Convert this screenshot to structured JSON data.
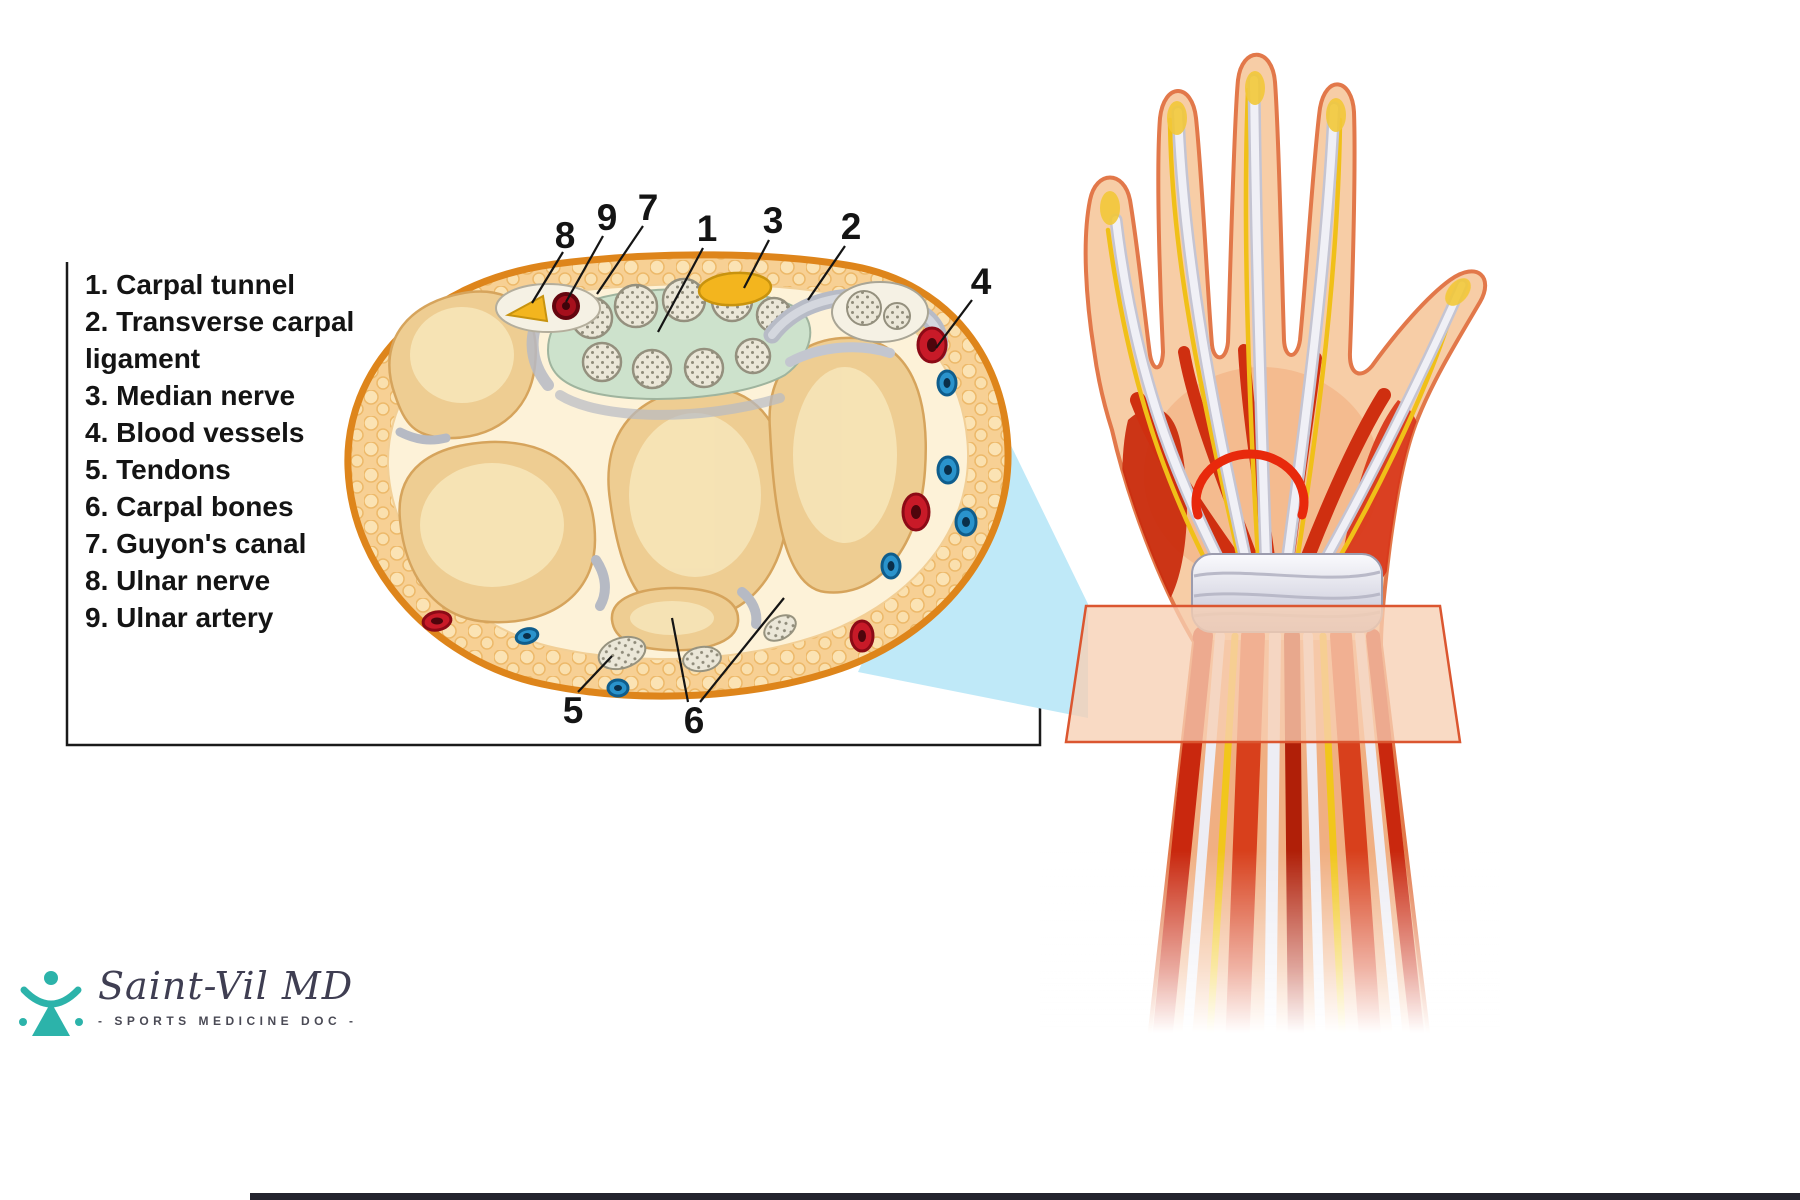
{
  "legend": {
    "items": [
      "1. Carpal tunnel",
      "2. Transverse carpal ligament",
      "3. Median nerve",
      "4. Blood vessels",
      "5. Tendons",
      "6. Carpal bones",
      "7. Guyon's canal",
      "8. Ulnar nerve",
      "9. Ulnar artery"
    ]
  },
  "callouts": {
    "n1": "1",
    "n2": "2",
    "n3": "3",
    "n4": "4",
    "n5": "5",
    "n6": "6",
    "n7": "7",
    "n8": "8",
    "n9": "9"
  },
  "logo": {
    "name": "Saint-Vil MD",
    "tagline": "- Sports Medicine Doc -"
  },
  "colors": {
    "skin_outline": "#de851b",
    "fat_tissue": "#f7d094",
    "inner_tissue": "#fdf2d8",
    "bone": "#eecd92",
    "tunnel_bed": "#cde2cc",
    "nerve_yellow": "#f3b51e",
    "artery_red": "#c81a28",
    "vein_blue": "#2a93cc",
    "ligament_gray": "#b7bbc6",
    "beam_blue": "#bfe9f8",
    "hand_skin": "#f7cda6",
    "muscle_red": "#cf2f10",
    "logo_teal": "#2cb3aa"
  }
}
